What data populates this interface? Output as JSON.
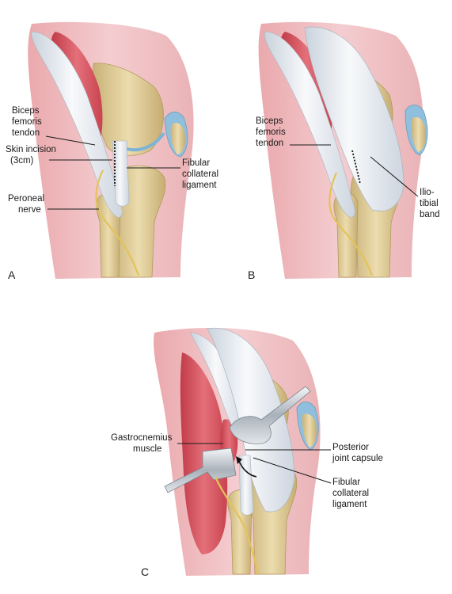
{
  "panels": {
    "a": {
      "letter": "A",
      "labels": {
        "biceps": [
          "Biceps",
          "femoris",
          "tendon"
        ],
        "incision": [
          "Skin incision",
          "(3cm)"
        ],
        "peroneal": [
          "Peroneal",
          "nerve"
        ],
        "fibular": [
          "Fibular",
          "collateral",
          "ligament"
        ]
      }
    },
    "b": {
      "letter": "B",
      "labels": {
        "biceps": [
          "Biceps",
          "femoris",
          "tendon"
        ],
        "itband": [
          "Ilio-",
          "tibial",
          "band"
        ]
      }
    },
    "c": {
      "letter": "C",
      "labels": {
        "gastroc": [
          "Gastrocnemius",
          "muscle"
        ],
        "capsule": [
          "Posterior",
          "joint capsule"
        ],
        "fibular": [
          "Fibular",
          "collateral",
          "ligament"
        ]
      }
    }
  },
  "colors": {
    "skin": "#f1c2c4",
    "skin_dark": "#e7a3a8",
    "muscle": "#d9555f",
    "tendon": "#eef1f5",
    "bone": "#e3d2a2",
    "cartilage": "#7fb3d6",
    "nerve": "#e3c35a"
  }
}
